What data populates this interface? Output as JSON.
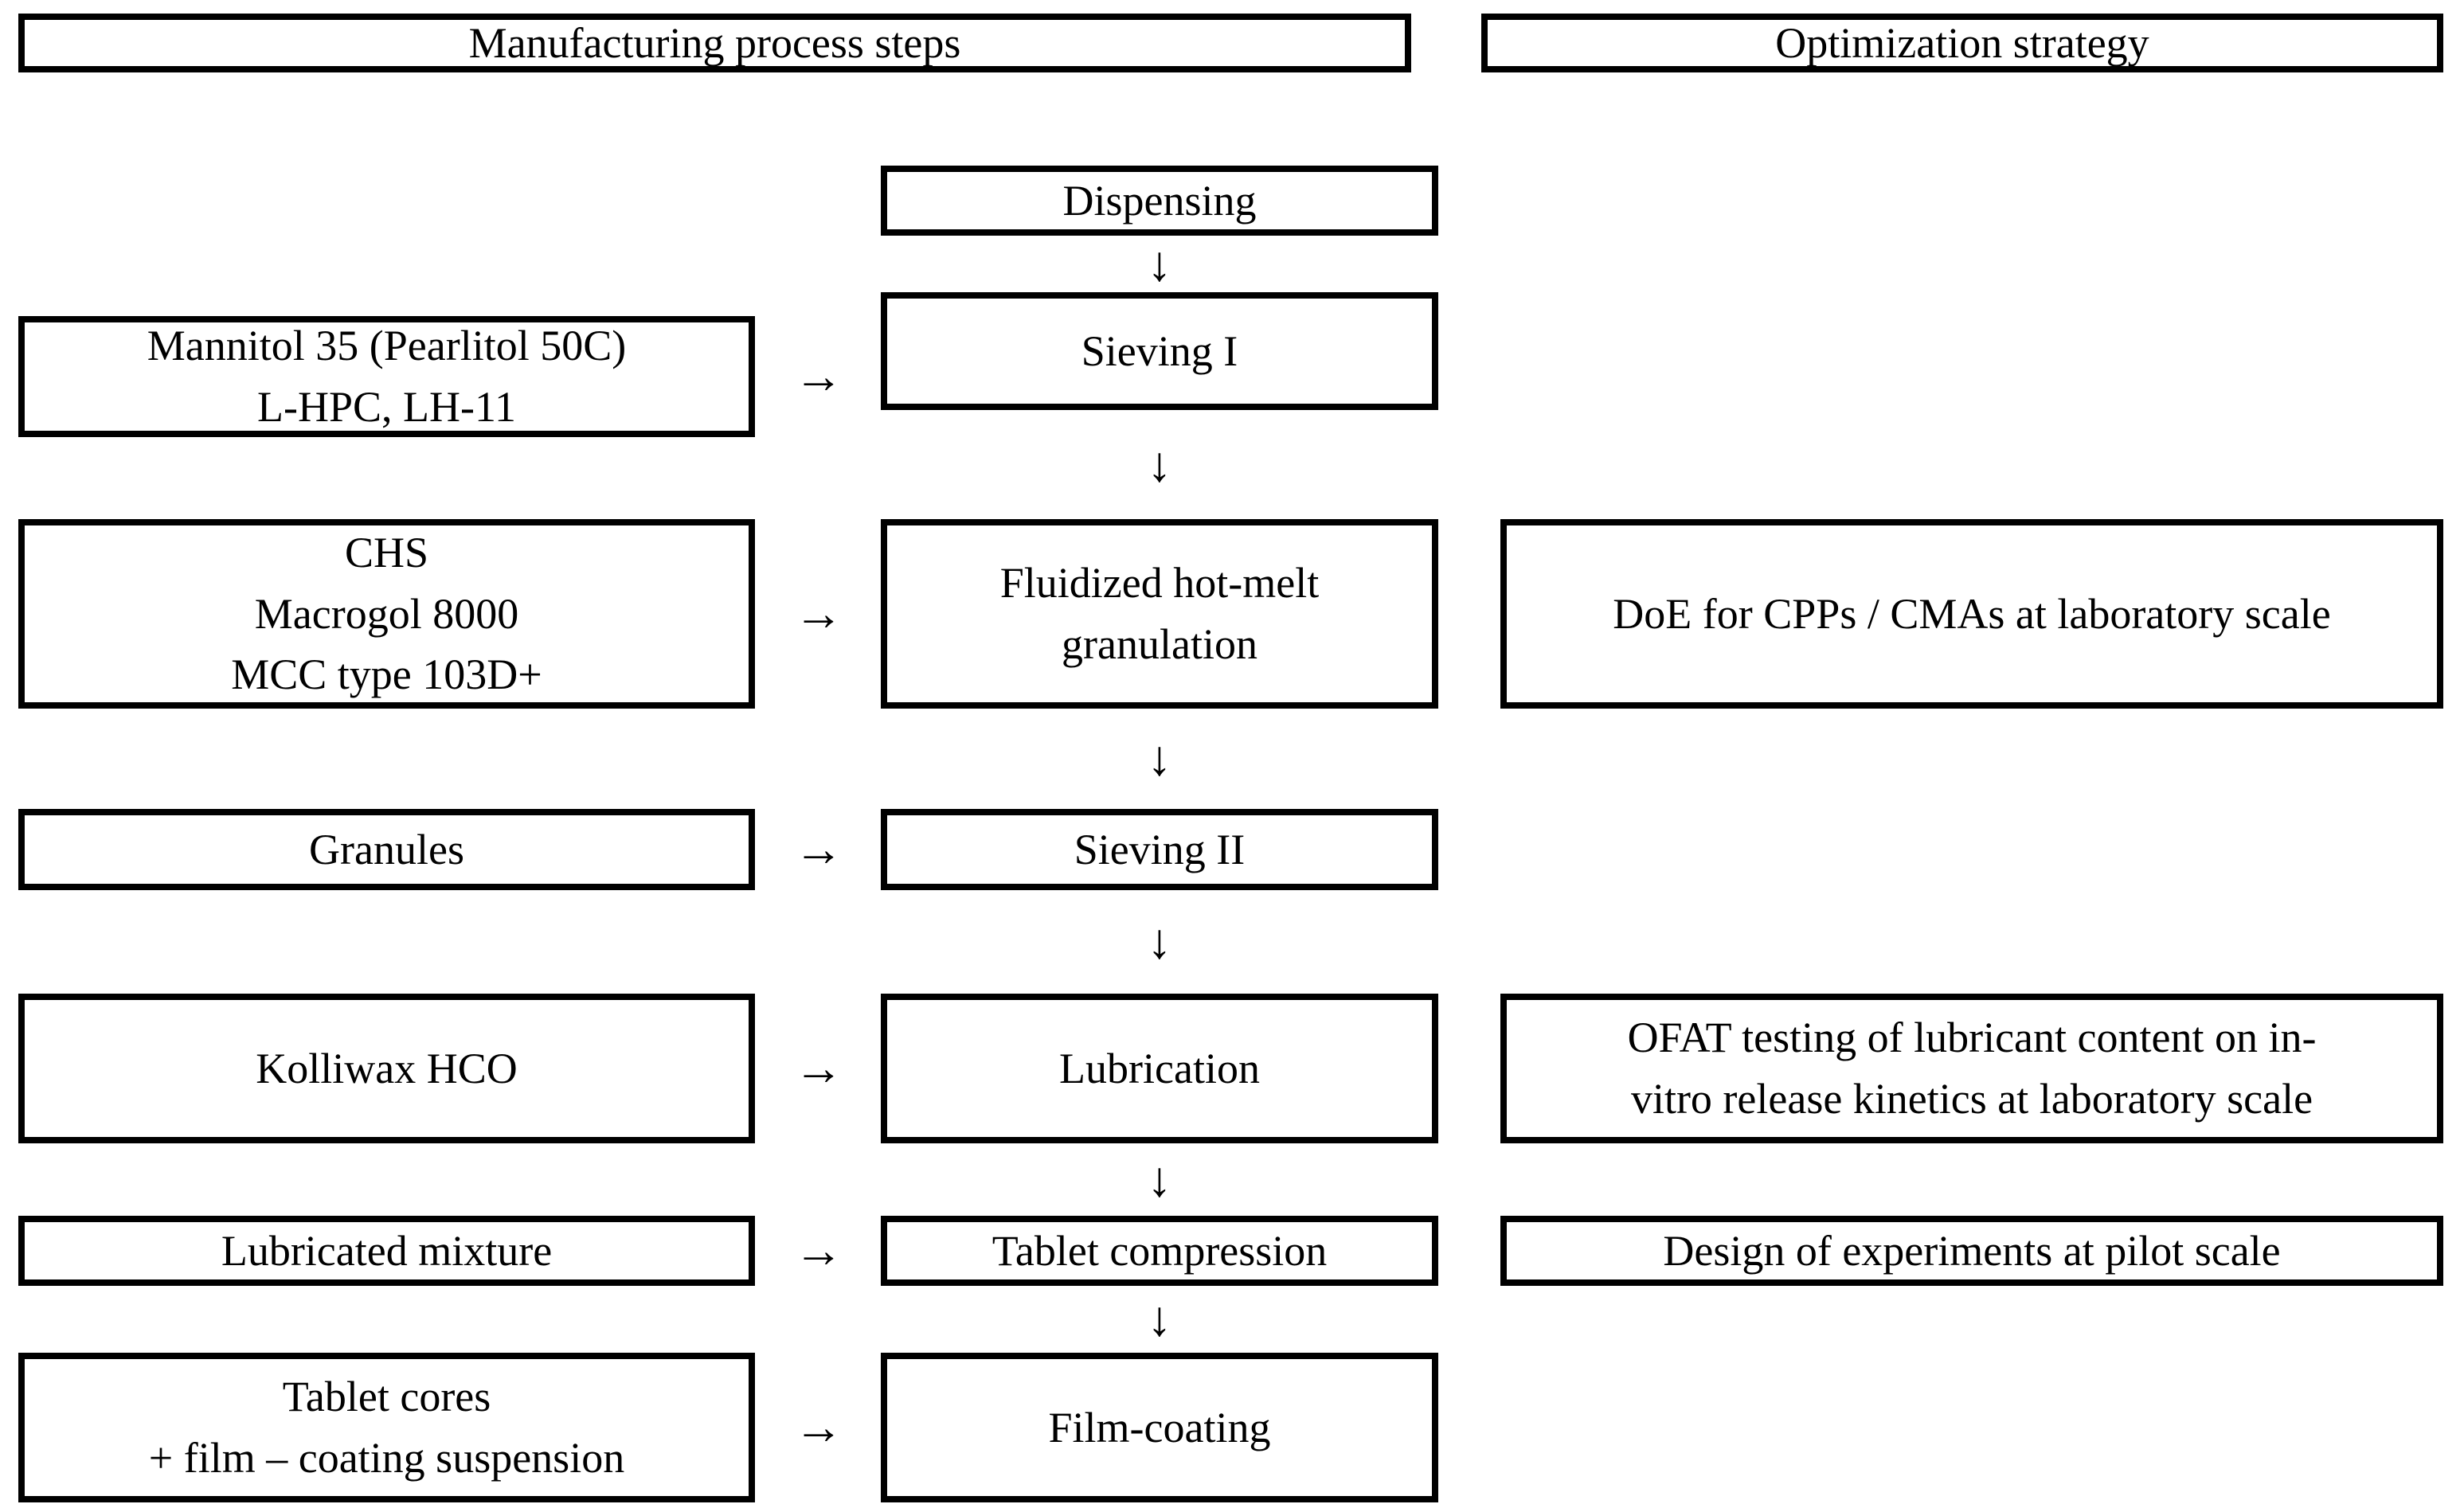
{
  "diagram": {
    "title_columns": [
      {
        "label": "Manufacturing process steps"
      },
      {
        "label": "Optimization strategy"
      }
    ],
    "materials": [
      {
        "lines": [
          "Mannitol 35 (Pearlitol 50C)",
          "L-HPC, LH-11"
        ]
      },
      {
        "lines": [
          "CHS",
          "Macrogol 8000",
          "MCC type 103D+"
        ]
      },
      {
        "lines": [
          "Granules"
        ]
      },
      {
        "lines": [
          "Kolliwax HCO"
        ]
      },
      {
        "lines": [
          "Lubricated mixture"
        ]
      },
      {
        "lines": [
          "Tablet cores",
          "+ film – coating suspension"
        ]
      }
    ],
    "process_steps": [
      {
        "lines": [
          "Dispensing"
        ]
      },
      {
        "lines": [
          "Sieving I"
        ]
      },
      {
        "lines": [
          "Fluidized hot-melt",
          "granulation"
        ]
      },
      {
        "lines": [
          "Sieving II"
        ]
      },
      {
        "lines": [
          "Lubrication"
        ]
      },
      {
        "lines": [
          "Tablet compression"
        ]
      },
      {
        "lines": [
          "Film-coating"
        ]
      }
    ],
    "optimization_strategies": [
      {
        "lines": [
          "DoE for CPPs / CMAs at laboratory scale"
        ]
      },
      {
        "lines": [
          "OFAT testing of lubricant content on in-",
          "vitro release kinetics at laboratory scale"
        ]
      },
      {
        "lines": [
          "Design of experiments at pilot scale"
        ]
      }
    ],
    "connectors": {
      "right_arrow_glyph": "→",
      "down_arrow_glyph": "↓",
      "right_arrow_count": 6,
      "down_arrow_count": 6
    },
    "colors": {
      "stroke": "#000000",
      "background": "#ffffff",
      "text": "#000000"
    }
  }
}
